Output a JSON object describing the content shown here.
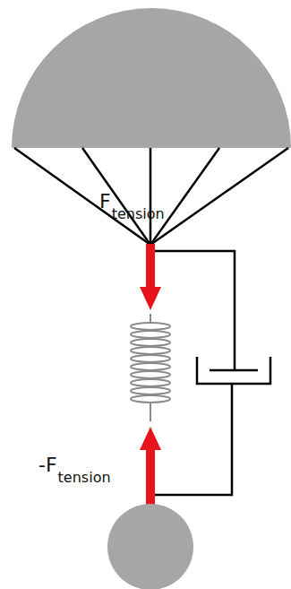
{
  "diagram": {
    "labels": [
      "F",
      "tension",
      "-F",
      "tension"
    ]
  }
}
